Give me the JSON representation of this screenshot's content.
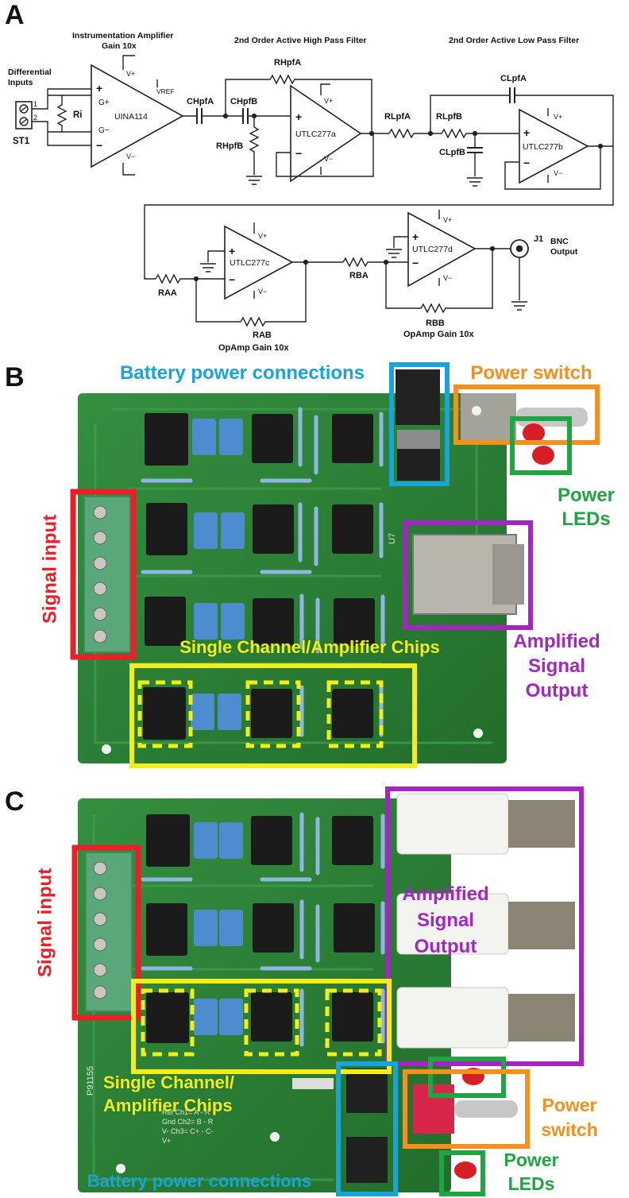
{
  "panels": {
    "a": "A",
    "b": "B",
    "c": "C"
  },
  "schematic": {
    "headings": {
      "inamp_1": "Instrumentation Amplifier",
      "inamp_2": "Gain 10x",
      "hpf": "2nd Order Active High Pass Filter",
      "lpf": "2nd Order Active Low Pass Filter"
    },
    "inputs": {
      "line1": "Differential",
      "line2": "Inputs",
      "pin1": "1",
      "pin2": "2",
      "connector": "ST1",
      "ri": "Ri"
    },
    "inamp": {
      "name": "UINA114",
      "plus": "+",
      "minus": "−",
      "gplus": "G+",
      "gminus": "G−",
      "vplus": "V+",
      "vminus": "V−",
      "vref": "VREF"
    },
    "hpf": {
      "cA": "CHpfA",
      "cB": "CHpfB",
      "rA": "RHpfA",
      "rB": "RHpfB",
      "amp": "UTLC277a"
    },
    "lpf": {
      "rA": "RLpfA",
      "rB": "RLpfB",
      "cA": "CLpfA",
      "cB": "CLpfB",
      "amp": "UTLC277b"
    },
    "stage3": {
      "rA": "RAA",
      "rB": "RAB",
      "amp": "UTLC277c",
      "gain": "OpAmp Gain 10x"
    },
    "stage4": {
      "rA": "RBA",
      "rB": "RBB",
      "amp": "UTLC277d",
      "gain": "OpAmp Gain 10x"
    },
    "output": {
      "jack": "J1",
      "line1": "BNC",
      "line2": "Output"
    },
    "supply": {
      "vplus": "V+",
      "vminus": "V−",
      "plus": "+",
      "minus": "−"
    }
  },
  "panel_b": {
    "battery": "Battery power connections",
    "switch": "Power switch",
    "leds_1": "Power",
    "leds_2": "LEDs",
    "signal_input": "Signal input",
    "output_1": "Amplified",
    "output_2": "Signal",
    "output_3": "Output",
    "chips": "Single Channel/Amplifier Chips",
    "u7": "U7"
  },
  "panel_c": {
    "signal_input": "Signal input",
    "output_1": "Amplified",
    "output_2": "Signal",
    "output_3": "Output",
    "chips_1": "Single Channel/",
    "chips_2": "Amplifier Chips",
    "battery": "Battery power connections",
    "switch_1": "Power",
    "switch_2": "switch",
    "leds_1": "Power",
    "leds_2": "LEDs",
    "board_id": "P91155",
    "silk_1": "Ref   Ch1= A - R",
    "silk_2": "Gnd   Ch2= B - R",
    "silk_3": "V-    Ch3= C+ - C-",
    "silk_4": "V+"
  },
  "colors": {
    "pcb": "#2f8a3a",
    "pcb_dark": "#1f6b2a",
    "red": "#e8202a",
    "blue": "#1aa3d6",
    "orange": "#f5901e",
    "green": "#21a443",
    "purple": "#a326c2",
    "yellow": "#f3ee1a"
  }
}
